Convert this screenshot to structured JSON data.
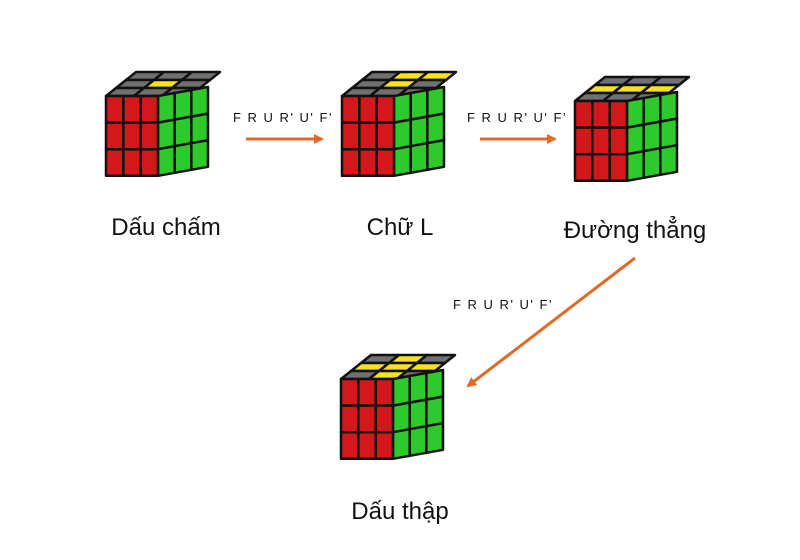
{
  "colors": {
    "top_gray": "#707070",
    "top_yellow": "#f6e21f",
    "front_red": "#d4171b",
    "right_green": "#2ec92a",
    "edge": "#111111",
    "arrow": "#e06a28"
  },
  "stages": [
    {
      "label": "Dấu chấm",
      "top_yellow": [
        4
      ]
    },
    {
      "label": "Chữ L",
      "top_yellow": [
        1,
        2,
        4
      ]
    },
    {
      "label": "Đường thẳng",
      "top_yellow": [
        3,
        4,
        5
      ]
    },
    {
      "label": "Dấu thập",
      "top_yellow": [
        1,
        3,
        4,
        5,
        7
      ]
    }
  ],
  "transitions": [
    {
      "algorithm": "F R U R' U' F'"
    },
    {
      "algorithm": "F R U R' U' F'"
    },
    {
      "algorithm": "F R U R' U' F'"
    }
  ]
}
